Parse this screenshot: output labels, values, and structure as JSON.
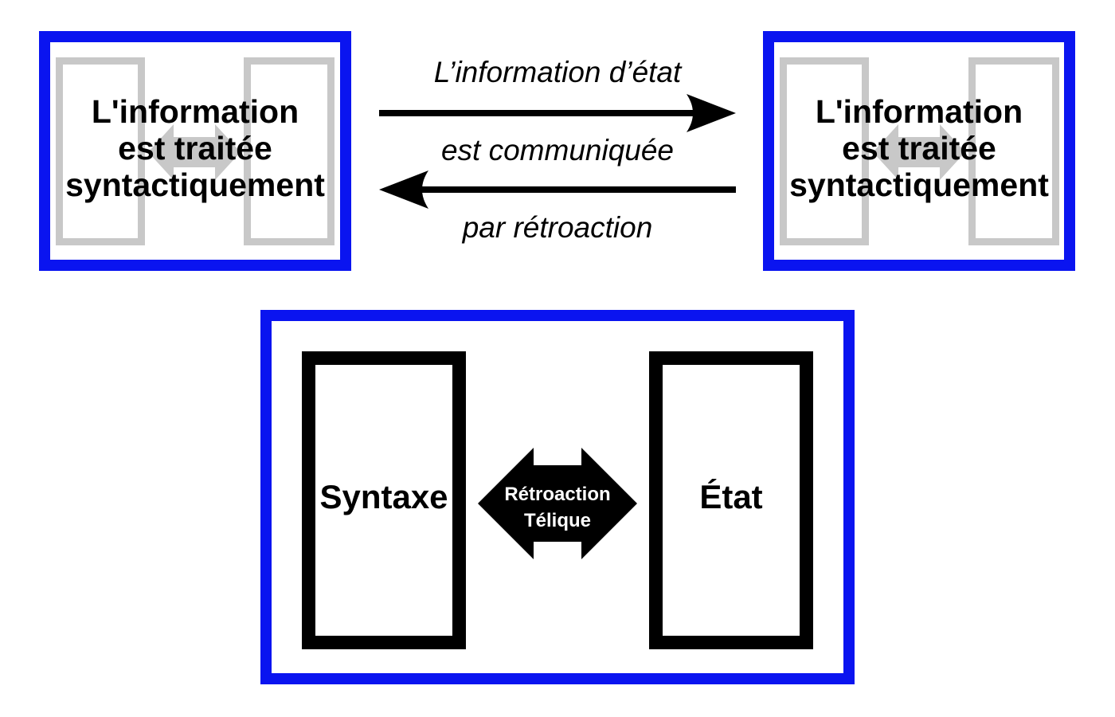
{
  "left_box": {
    "line1": "L'information",
    "line2": "est traitée",
    "line3": "syntactiquement"
  },
  "right_box": {
    "line1": "L'information",
    "line2": "est traitée",
    "line3": "syntactiquement"
  },
  "flow": {
    "top_label": "L’information d’état",
    "middle_label": "est communiquée",
    "bottom_label": "par rétroaction"
  },
  "bottom_diagram": {
    "left_label": "Syntaxe",
    "right_label": "État",
    "center_line1": "Rétroaction",
    "center_line2": "Télique"
  },
  "colors": {
    "frame_blue": "#0a14f0",
    "ghost_gray": "#c8c8c8",
    "ink": "#000000"
  },
  "icons": [
    "right-arrow-icon",
    "left-arrow-icon",
    "double-arrow-icon"
  ]
}
